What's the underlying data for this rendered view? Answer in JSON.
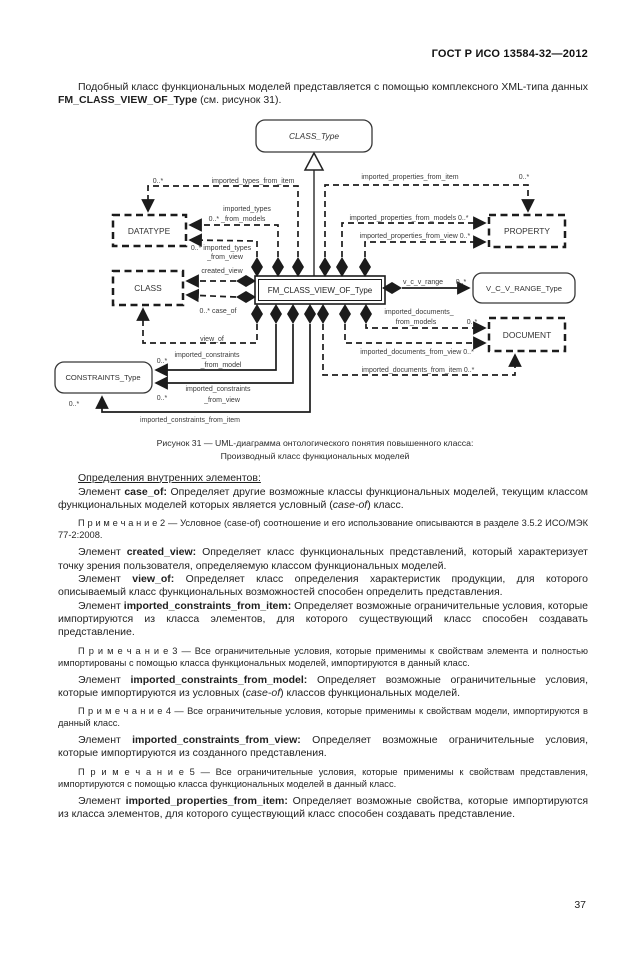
{
  "page": {
    "header": "ГОСТ Р ИСО 13584-32—2012",
    "page_number": "37"
  },
  "intro": {
    "runs": [
      {
        "t": "Подобный класс функциональных моделей представляется с помощью комплексного XML-типа данных "
      },
      {
        "t": "FM_CLASS_VIEW_OF_Type",
        "b": true
      },
      {
        "t": " (см. рисунок 31)."
      }
    ]
  },
  "figure": {
    "caption_line1": "Рисунок 31 — UML-диаграмма онтологического понятия повышенного класса:",
    "caption_line2": "Производный класс функциональных моделей",
    "boxes": {
      "class_type": "CLASS_Type",
      "fm_class": "FM_CLASS_VIEW_OF_Type",
      "datatype": "DATATYPE",
      "class": "CLASS",
      "property": "PROPERTY",
      "document": "DOCUMENT",
      "constraints_type": "CONSTRAINTS_Type",
      "vcv_range_type": "V_C_V_RANGE_Type"
    },
    "labels": {
      "m_types_item": "0..*",
      "types_item": "imported_types_from_item",
      "props_item": "imported_properties_from_item",
      "m_props_item": "0..*",
      "types_models_1": "imported_types",
      "types_models_2": "0..* _from_models",
      "props_models": "imported_properties_from_models  0..*",
      "types_view_1": "0..* imported_types",
      "types_view_2": "_from_view",
      "props_view": "imported_properties_from_view  0..*",
      "created_view": "created_view",
      "case_of": "0..*  case_of",
      "view_of": "view_of",
      "vcv_range": "v_c_v_range",
      "m_vcv": "0..*",
      "docs_models_1": "imported_documents_",
      "docs_models_2": "from_models",
      "m_docs_models": "0..*",
      "docs_view": "imported_documents_from_view 0..*",
      "docs_item": "imported_documents_from_item 0..*",
      "m_constr_model": "0..*",
      "constr_model_1": "imported_constraints",
      "constr_model_2": "_from_model",
      "m_constr_view": "0..*",
      "constr_view_1": "imported_constraints",
      "constr_view_2": "_from_view",
      "m_constr_item": "0..*",
      "constr_item": "imported_constraints_from_item"
    }
  },
  "definitions": {
    "heading": "Определения внутренних элементов:",
    "paragraphs": [
      {
        "type": "para",
        "runs": [
          {
            "t": "Элемент "
          },
          {
            "t": "case_of:",
            "b": true
          },
          {
            "t": " Определяет другие возможные классы функциональных моделей, текущим классом функциональных моделей которых является условный ("
          },
          {
            "t": "case-of",
            "i": true
          },
          {
            "t": ") класс."
          }
        ]
      },
      {
        "type": "note",
        "runs": [
          {
            "t": "П р и м е ч а н и е  2 — Условное (case-of) соотношение и его использование описываются в разделе 3.5.2 ИСО/МЭК 77-2:2008."
          }
        ]
      },
      {
        "type": "para",
        "runs": [
          {
            "t": "Элемент "
          },
          {
            "t": "created_view:",
            "b": true
          },
          {
            "t": " Определяет класс функциональных представлений, который характеризует точку зрения пользователя, определяемую классом функциональных моделей."
          }
        ]
      },
      {
        "type": "para",
        "runs": [
          {
            "t": "Элемент "
          },
          {
            "t": "view_of:",
            "b": true
          },
          {
            "t": " Определяет класс определения характеристик продукции, для которого описываемый класс функциональных возможностей способен определить представления."
          }
        ]
      },
      {
        "type": "para",
        "runs": [
          {
            "t": "Элемент "
          },
          {
            "t": "imported_constraints_from_item:",
            "b": true
          },
          {
            "t": " Определяет возможные ограничительные условия, которые импортируются из класса элементов, для которого существующий класс способен создавать представление."
          }
        ]
      },
      {
        "type": "note",
        "runs": [
          {
            "t": "П р и м е ч а н и е  3 — Все ограничительные условия, которые применимы к свойствам элемента и полностью импортированы с помощью класса функциональных моделей, импортируются в данный класс."
          }
        ]
      },
      {
        "type": "para",
        "runs": [
          {
            "t": "Элемент "
          },
          {
            "t": "imported_constraints_from_model:",
            "b": true
          },
          {
            "t": " Определяет возможные ограничительные условия, которые импортируются из условных ("
          },
          {
            "t": "case-of",
            "i": true
          },
          {
            "t": ") классов функциональных моделей."
          }
        ]
      },
      {
        "type": "note",
        "runs": [
          {
            "t": "П р и м е ч а н и е  4 — Все ограничительные условия, которые применимы к свойствам модели, импортируются в данный класс."
          }
        ]
      },
      {
        "type": "para",
        "runs": [
          {
            "t": "Элемент "
          },
          {
            "t": "imported_constraints_from_view:",
            "b": true
          },
          {
            "t": " Определяет возможные ограничительные условия, которые импортируются из созданного представления."
          }
        ]
      },
      {
        "type": "note",
        "runs": [
          {
            "t": "П р и м е ч а н и е  5 — Все ограничительные условия, которые применимы к свойствам представления, импортируются с помощью класса функциональных моделей в данный класс."
          }
        ]
      },
      {
        "type": "para",
        "runs": [
          {
            "t": "Элемент "
          },
          {
            "t": "imported_properties_from_item:",
            "b": true
          },
          {
            "t": " Определяет возможные свойства, которые импортируются из класса элементов, для которого существующий класс способен создавать представление."
          }
        ]
      }
    ]
  }
}
